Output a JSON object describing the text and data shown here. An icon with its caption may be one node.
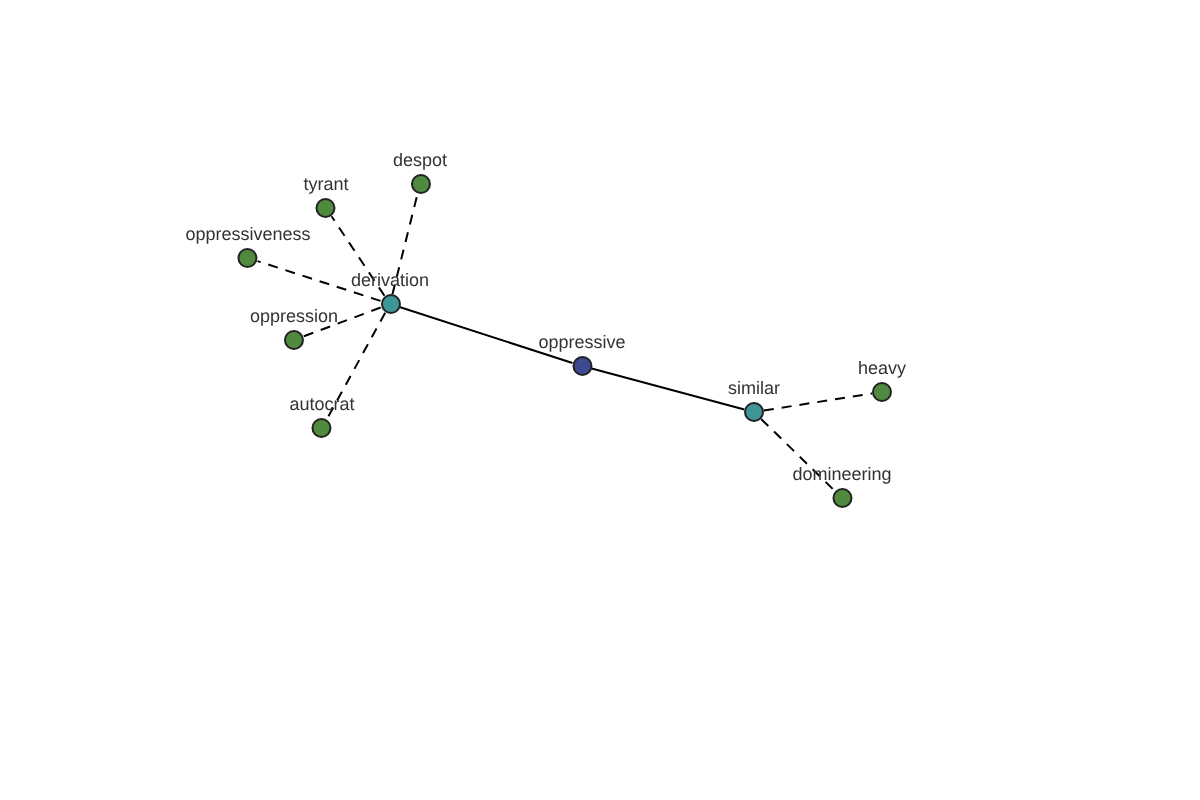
{
  "diagram": {
    "nodes": [
      {
        "text": [
          "despot"
        ]
      },
      {
        "text": [
          "tyrant"
        ]
      },
      {
        "text": [
          "oppressiveness"
        ]
      },
      {
        "text": [
          "derivation"
        ]
      },
      {
        "text": [
          "oppression"
        ]
      },
      {
        "text": [
          "oppressive"
        ]
      },
      {
        "text": [
          "heavy"
        ]
      },
      {
        "text": [
          "similar"
        ]
      },
      {
        "text": [
          "autocrat"
        ]
      },
      {
        "text": [
          "domineering"
        ]
      }
    ],
    "edges": [
      {
        "from": 5,
        "to": 3,
        "arrow": "none"
      },
      {
        "from": 5,
        "to": 7,
        "arrow": "none"
      },
      {
        "from": 3,
        "to": 0,
        "arrow": "none",
        "style": "dashed"
      },
      {
        "from": 3,
        "to": 1,
        "arrow": "none",
        "style": "dashed"
      },
      {
        "from": 3,
        "to": 2,
        "arrow": "none",
        "style": "dashed"
      },
      {
        "from": 3,
        "to": 4,
        "arrow": "none",
        "style": "dashed"
      },
      {
        "from": 3,
        "to": 8,
        "arrow": "none",
        "style": "dashed"
      },
      {
        "from": 7,
        "to": 6,
        "arrow": "none",
        "style": "dashed"
      },
      {
        "from": 7,
        "to": 9,
        "arrow": "none",
        "style": "dashed"
      }
    ]
  }
}
